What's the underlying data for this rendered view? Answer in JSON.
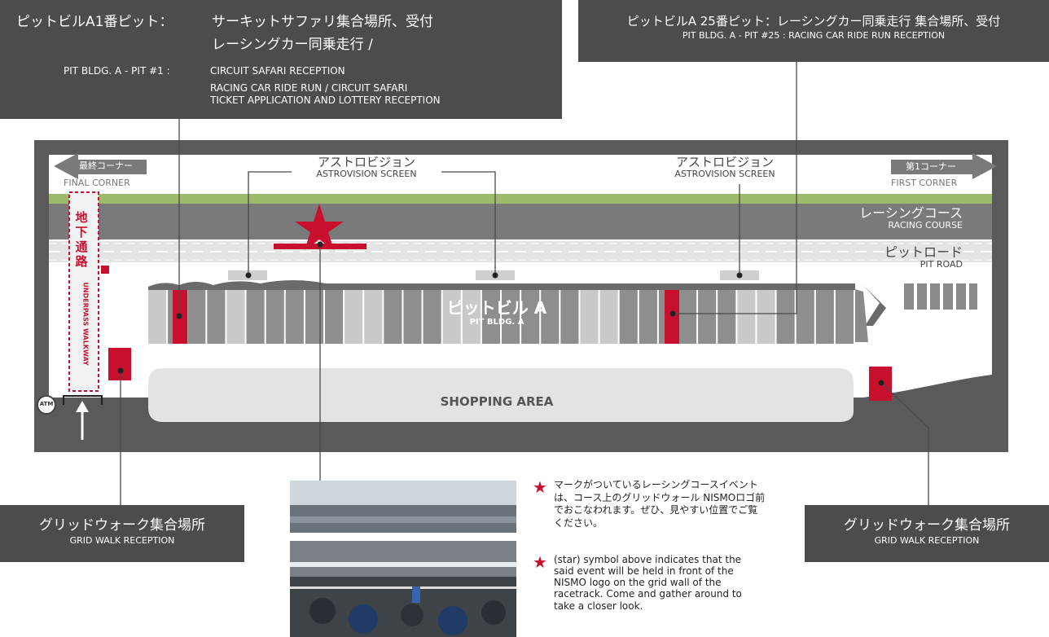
{
  "callouts": {
    "pit1": {
      "jp_prefix": "ピットビルA1番ピット：",
      "jp_line1": "サーキットサファリ集合場所、受付",
      "jp_line2": "レーシングカー同乗走行 /",
      "en_prefix": "PIT BLDG. A - PIT #1 :",
      "en_line1": "CIRCUIT SAFARI RECEPTION",
      "en_line2": "RACING CAR RIDE RUN / CIRCUIT SAFARI",
      "en_line3": "TICKET APPLICATION AND LOTTERY RECEPTION"
    },
    "pit25": {
      "jp": "ピットビルA 25番ピット：レーシングカー同乗走行 集合場所、受付",
      "en": "PIT BLDG. A - PIT #25 : RACING CAR RIDE RUN RECEPTION"
    },
    "grid_left": {
      "jp": "グリッドウォーク集合場所",
      "en": "GRID WALK RECEPTION"
    },
    "grid_right": {
      "jp": "グリッドウォーク集合場所",
      "en": "GRID WALK RECEPTION"
    }
  },
  "map": {
    "final_corner": {
      "jp": "最終コーナー",
      "en": "FINAL CORNER"
    },
    "first_corner": {
      "jp": "第1コーナー",
      "en": "FIRST CORNER"
    },
    "astrovision_left": {
      "jp": "アストロビジョン",
      "en": "ASTROVISION SCREEN"
    },
    "astrovision_right": {
      "jp": "アストロビジョン",
      "en": "ASTROVISION SCREEN"
    },
    "racing_course": {
      "jp": "レーシングコース",
      "en": "RACING COURSE"
    },
    "pit_road": {
      "jp": "ピットロード",
      "en": "PIT ROAD"
    },
    "underpass": {
      "jp_chars": [
        "地",
        "下",
        "通",
        "路"
      ],
      "en": "UNDERPASS WALKWAY"
    },
    "pit_building": {
      "jp": "ピットビル A",
      "en": "PIT BLDG. A"
    },
    "shopping": "SHOPPING AREA",
    "atm": "ATM"
  },
  "note": {
    "jp": "マークがついているレーシングコースイベントは、コース上のグリッドウォール NISMOロゴ前でおこなわれます。ぜひ、見やすい位置でご覧ください。",
    "en": "(star) symbol above indicates that the said event will be held in front of the NISMO logo on the grid wall of the racetrack. Come and gather around to take a closer look."
  },
  "colors": {
    "accent_red": "#c8102e",
    "panel_gray": "#4c4c4c",
    "course_green": "#9dbb6a"
  }
}
